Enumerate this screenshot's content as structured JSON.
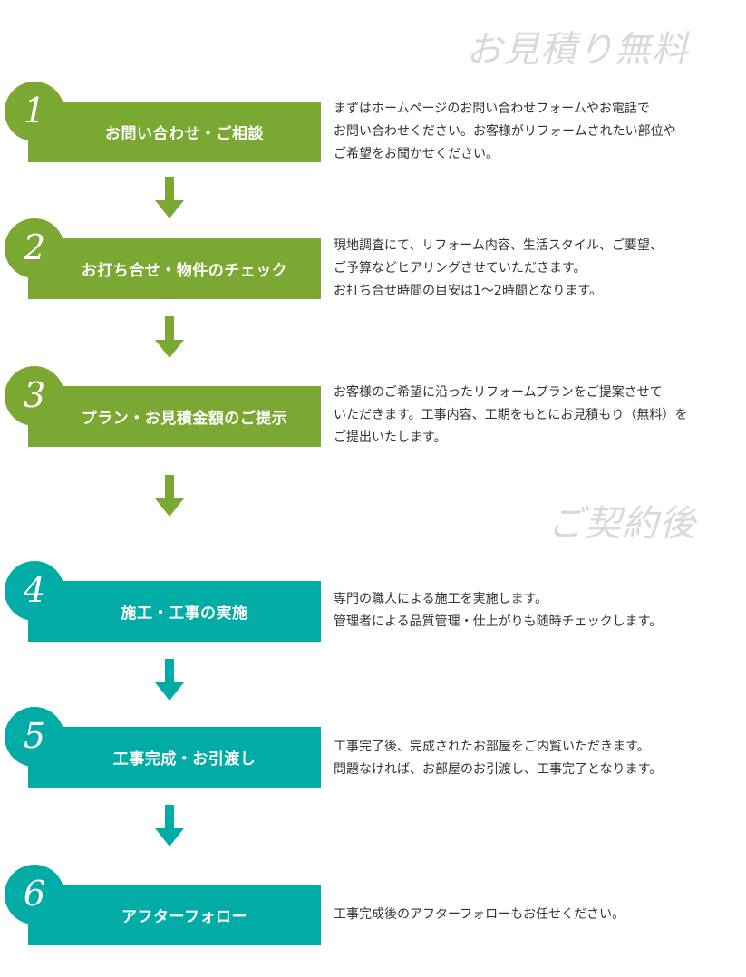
{
  "phases": {
    "before": "お見積り無料",
    "after": "ご契約後"
  },
  "colors": {
    "green": "#7aa832",
    "teal": "#00aca5",
    "phase_label": "#d9d9d9"
  },
  "steps": [
    {
      "number": "1",
      "title": "お問い合わせ・ご相談",
      "description": [
        "まずはホームページのお問い合わせフォームやお電話で",
        "お問い合わせください。お客様がリフォームされたい部位や",
        "ご希望をお聞かせください。"
      ]
    },
    {
      "number": "2",
      "title": "お打ち合せ・物件のチェック",
      "description": [
        "現地調査にて、リフォーム内容、生活スタイル、ご要望、",
        "ご予算などヒアリングさせていただきます。",
        "お打ち合せ時間の目安は1〜2時間となります。"
      ]
    },
    {
      "number": "3",
      "title": "プラン・お見積金額のご提示",
      "description": [
        "お客様のご希望に沿ったリフォームプランをご提案させて",
        "いただきます。工事内容、工期をもとにお見積もり（無料）を",
        "ご提出いたします。"
      ]
    },
    {
      "number": "4",
      "title": "施工・工事の実施",
      "description": [
        "専門の職人による施工を実施します。",
        "管理者による品質管理・仕上がりも随時チェックします。"
      ]
    },
    {
      "number": "5",
      "title": "工事完成・お引渡し",
      "description": [
        "工事完了後、完成されたお部屋をご内覧いただきます。",
        "問題なければ、お部屋のお引渡し、工事完了となります。"
      ]
    },
    {
      "number": "6",
      "title": "アフターフォロー",
      "description": [
        "工事完成後のアフターフォローもお任せください。"
      ]
    }
  ]
}
